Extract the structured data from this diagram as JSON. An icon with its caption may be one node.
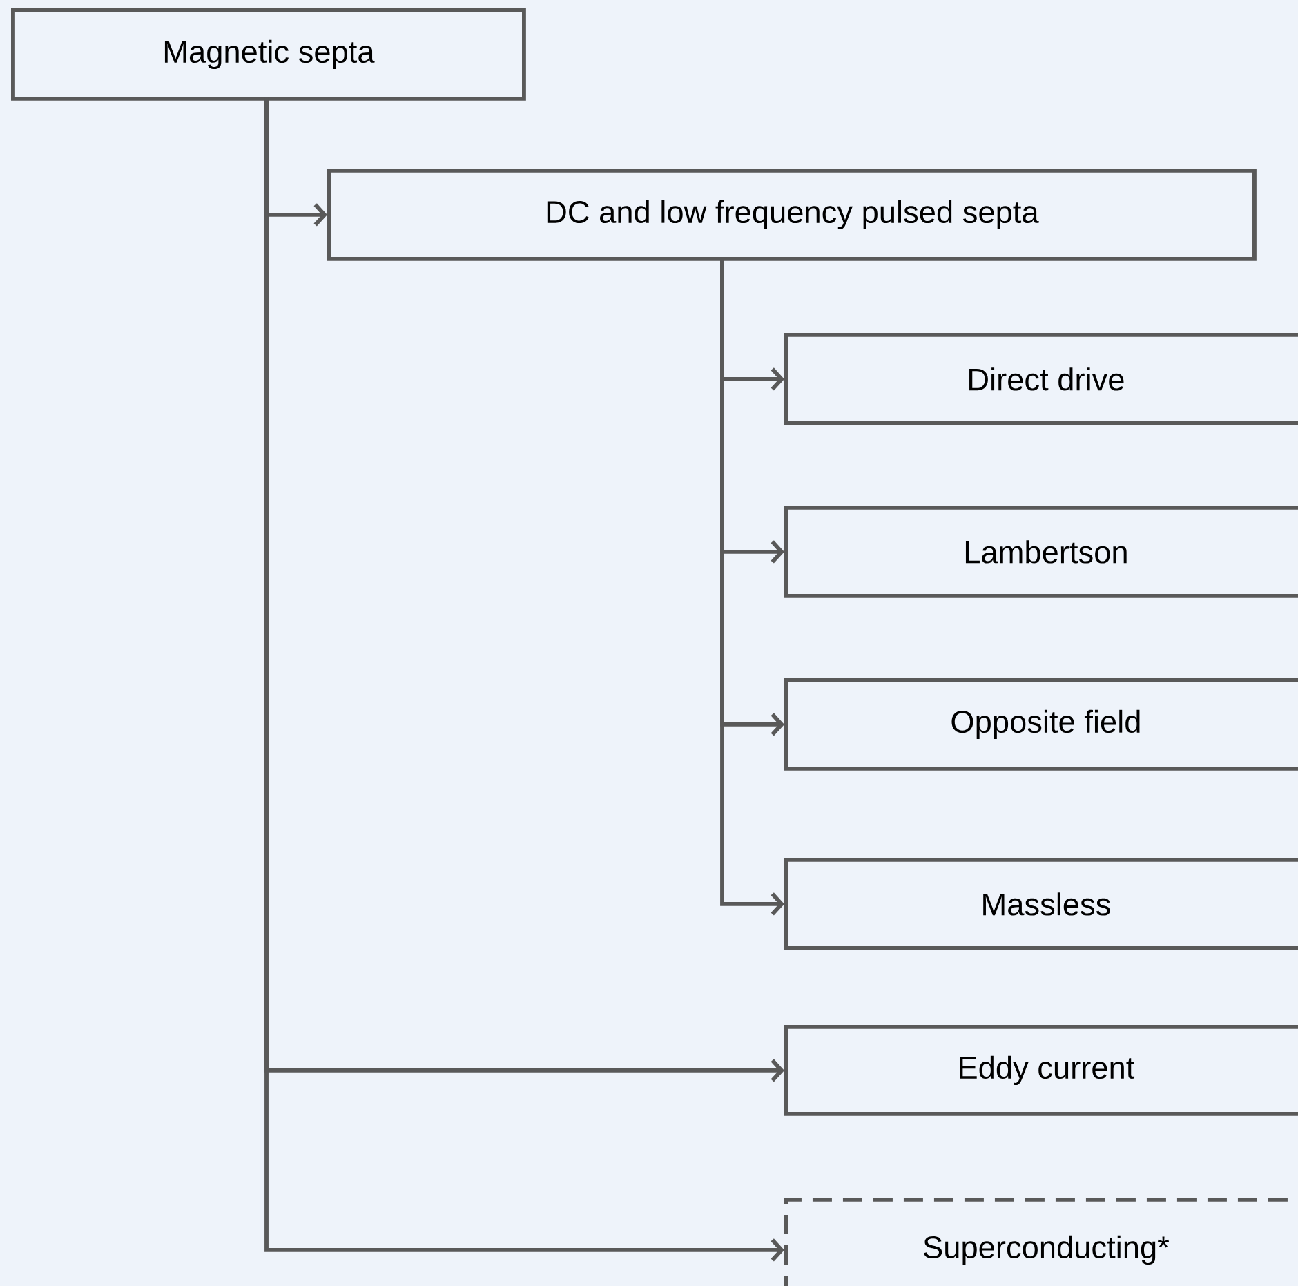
{
  "diagram": {
    "nodes": [
      {
        "text": [
          "Magnetic septa"
        ]
      },
      {
        "text": [
          "DC and low frequency pulsed septa"
        ]
      },
      {
        "text": [
          "Direct drive"
        ]
      },
      {
        "text": [
          "Lambertson"
        ]
      },
      {
        "text": [
          "Opposite field"
        ]
      },
      {
        "text": [
          "Massless"
        ]
      },
      {
        "text": [
          "Eddy current"
        ]
      },
      {
        "text": [
          "Superconducting*"
        ]
      }
    ],
    "edges": [
      {
        "from": 0,
        "to": 1,
        "arrow": "to"
      },
      {
        "from": 1,
        "to": 2,
        "arrow": "to"
      },
      {
        "from": 1,
        "to": 3,
        "arrow": "to"
      },
      {
        "from": 1,
        "to": 4,
        "arrow": "to"
      },
      {
        "from": 1,
        "to": 5,
        "arrow": "to"
      },
      {
        "from": 0,
        "to": 6,
        "arrow": "to"
      },
      {
        "from": 0,
        "to": 7,
        "arrow": "to"
      }
    ]
  }
}
